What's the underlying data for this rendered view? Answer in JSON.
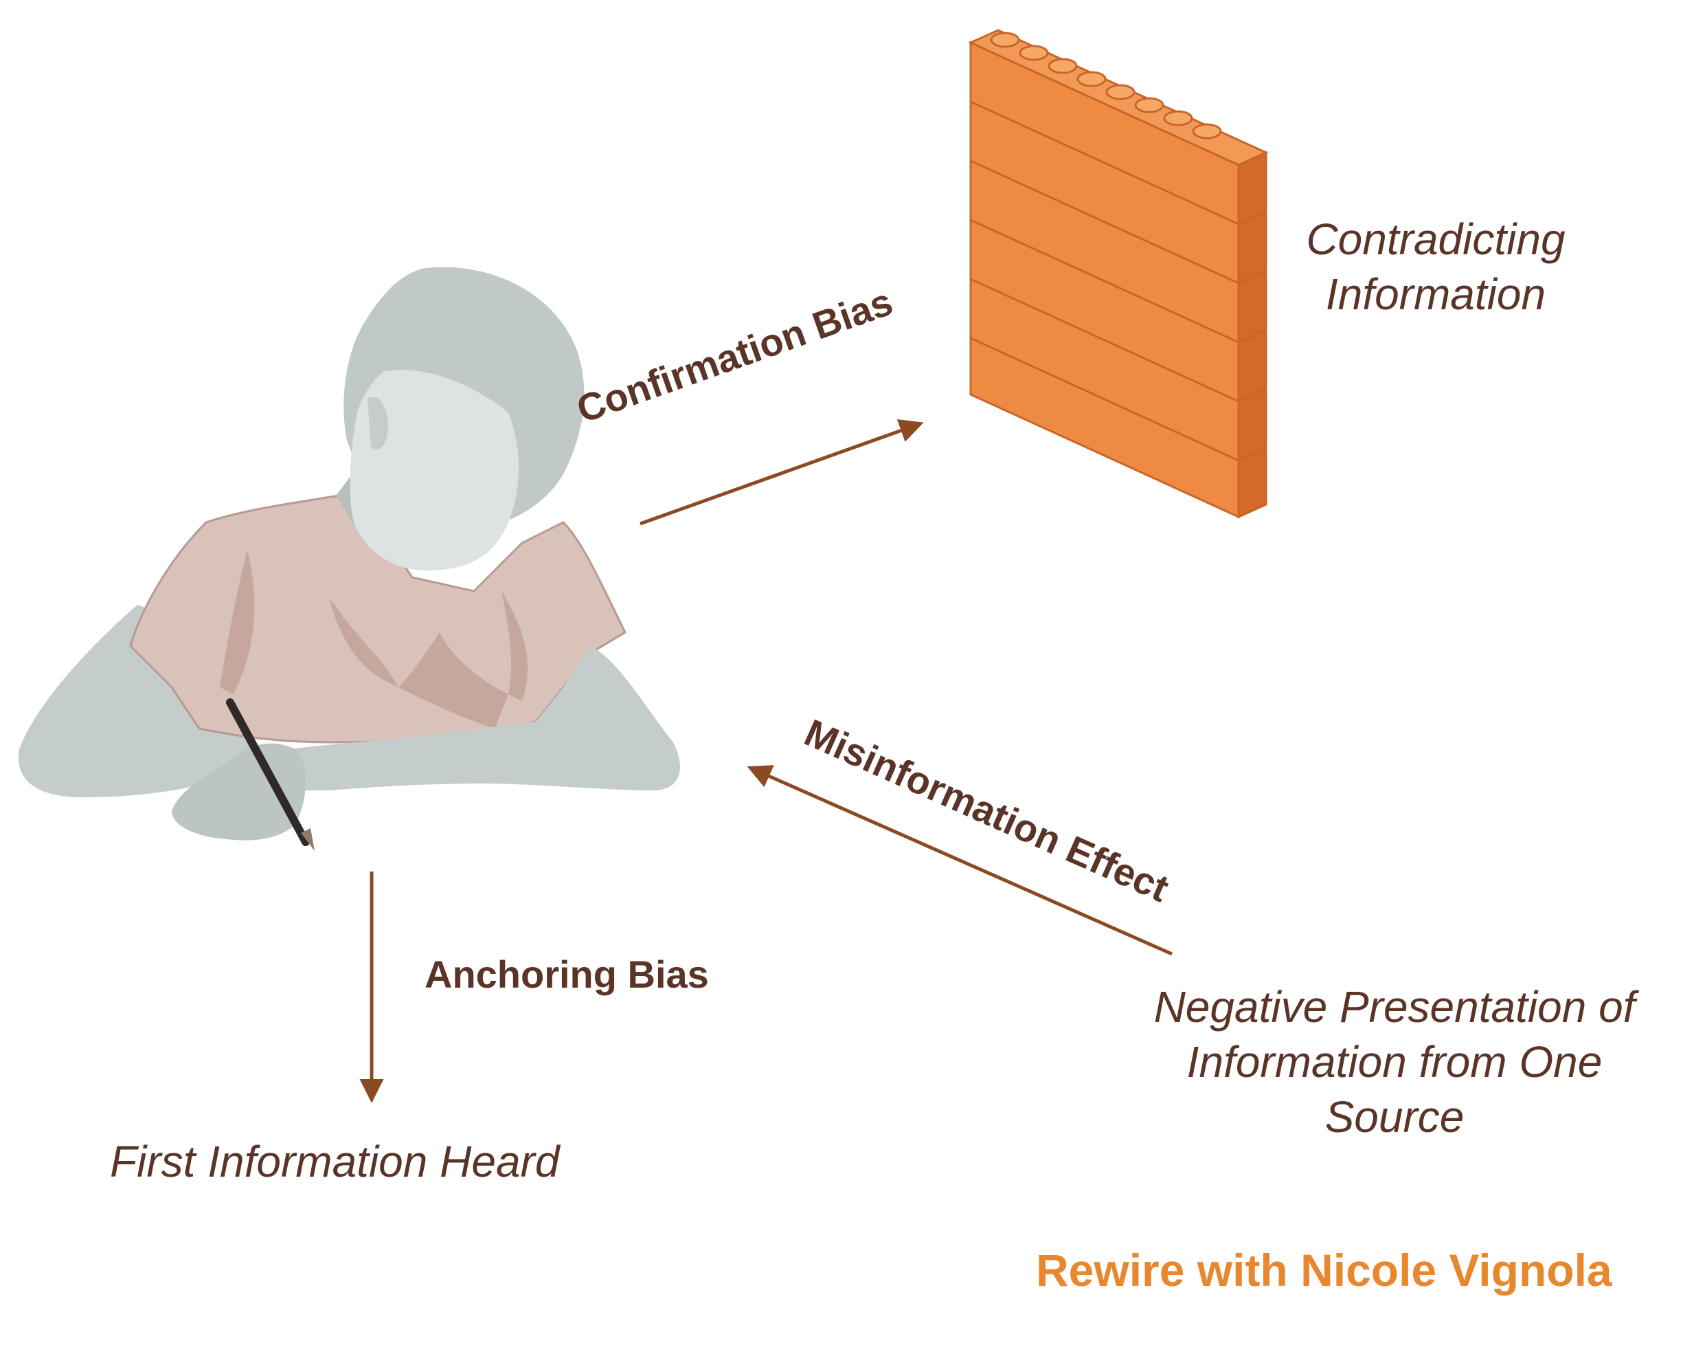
{
  "labels": {
    "contradicting": [
      "Contradicting",
      "Information"
    ],
    "negative": [
      "Negative Presentation of",
      "Information from One",
      "Source"
    ],
    "first": "First Information Heard"
  },
  "arrows": {
    "confirmation": "Confirmation Bias",
    "misinformation": "Misinformation Effect",
    "anchoring": "Anchoring Bias"
  },
  "brand": "Rewire with Nicole Vignola",
  "colors": {
    "text": "#5a3427",
    "arrow": "#8b4a22",
    "brick_front": "#ef8a42",
    "brick_side": "#d4692a",
    "brand": "#e8872e",
    "skin": "#c4cccc",
    "shirt": "#d8c2ba"
  }
}
